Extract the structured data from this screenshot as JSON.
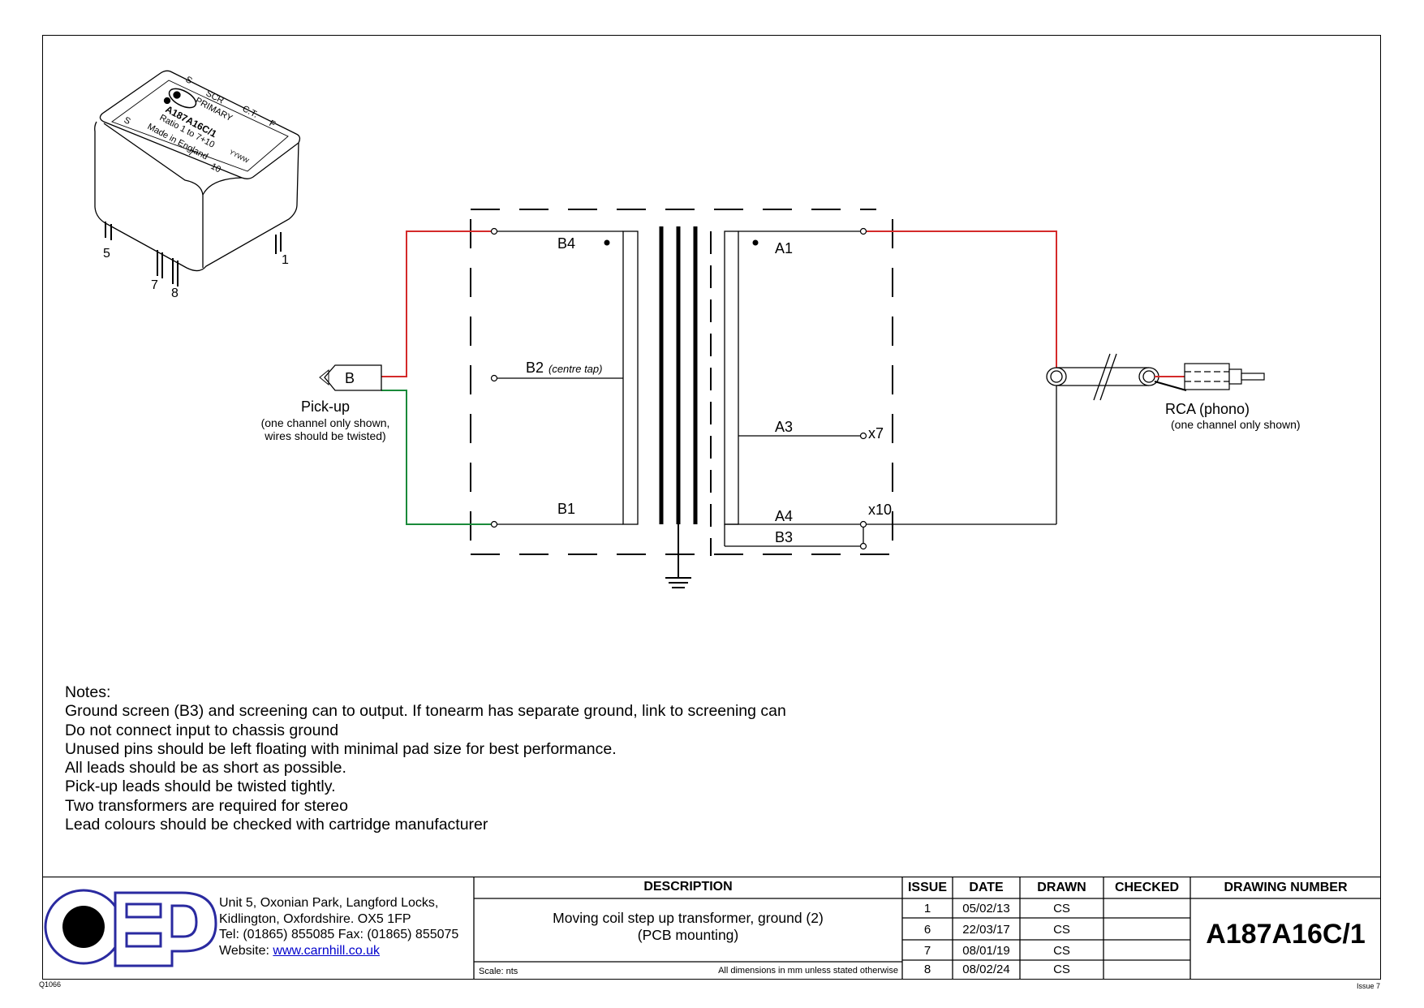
{
  "component": {
    "logo": "OEP",
    "top_labels": [
      "S",
      "SCR",
      "C.T.",
      "F"
    ],
    "primary_label": "PRIMARY",
    "part_number": "A187A16C/1",
    "ratio": "Ratio 1 to 7+10",
    "made_in": "Made in England",
    "date_code": "YYWW",
    "side_label_s": "S",
    "side_pin_7": "7",
    "side_pin_10": "10",
    "pins": [
      "5",
      "7",
      "8",
      "1"
    ]
  },
  "schematic": {
    "labels": {
      "b4": "B4",
      "b2": "B2",
      "b2_note": "(centre tap)",
      "b1": "B1",
      "a1": "A1",
      "a3": "A3",
      "x7": "x7",
      "a4": "A4",
      "x10": "x10",
      "b3": "B3"
    },
    "pickup": {
      "connector": "B",
      "title": "Pick-up",
      "note_line1": "(one channel only shown,",
      "note_line2": "wires should be twisted)"
    },
    "rca": {
      "title": "RCA (phono)",
      "note": "(one channel only shown)"
    },
    "colors": {
      "hot_lead": "#d42a2a",
      "return_lead": "#1a8a3a",
      "wire": "#000000"
    }
  },
  "notes": {
    "title": "Notes:",
    "lines": [
      "Ground screen (B3) and screening can to output.  If tonearm has separate ground, link to screening can",
      "Do not connect input to chassis ground",
      "Unused pins should be left floating with minimal pad size for best performance.",
      "All leads should be as short as possible.",
      "Pick-up leads should be twisted tightly.",
      "Two transformers are required for stereo",
      "Lead colours should be checked with cartridge manufacturer"
    ]
  },
  "title_block": {
    "address": [
      "Unit 5, Oxonian Park, Langford Locks,",
      "Kidlington, Oxfordshire.  OX5 1FP",
      "Tel: (01865) 855085 Fax: (01865) 855075"
    ],
    "website_prefix": "Website: ",
    "website": "www.carnhill.co.uk",
    "headers": {
      "description": "DESCRIPTION",
      "issue": "ISSUE",
      "date": "DATE",
      "drawn": "DRAWN",
      "checked": "CHECKED",
      "drawing_number": "DRAWING NUMBER"
    },
    "description_line1": "Moving coil step up transformer, ground (2)",
    "description_line2": "(PCB mounting)",
    "scale": "Scale: nts",
    "dimensions_note": "All dimensions in mm unless stated otherwise",
    "issues": [
      {
        "issue": "1",
        "date": "05/02/13",
        "drawn": "CS",
        "checked": ""
      },
      {
        "issue": "6",
        "date": "22/03/17",
        "drawn": "CS",
        "checked": ""
      },
      {
        "issue": "7",
        "date": "08/01/19",
        "drawn": "CS",
        "checked": ""
      },
      {
        "issue": "8",
        "date": "08/02/24",
        "drawn": "CS",
        "checked": ""
      }
    ],
    "drawing_number": "A187A16C/1",
    "form_code": "Q1066",
    "sheet_issue": "Issue 7",
    "logo_colors": {
      "outline": "#2a2aa0",
      "fill": "#000000"
    }
  }
}
